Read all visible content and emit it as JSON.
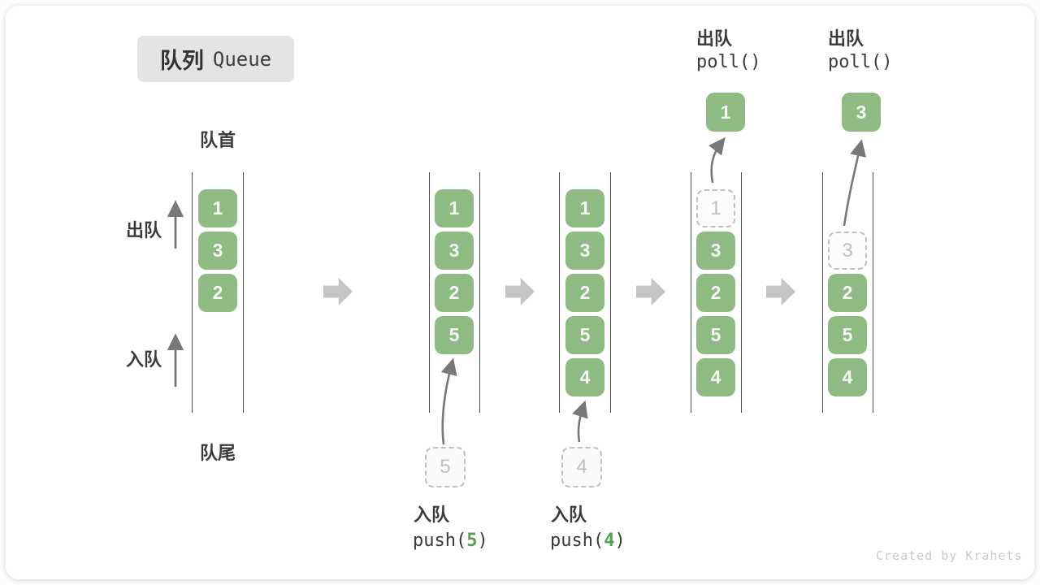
{
  "title": {
    "zh": "队列",
    "en": "Queue"
  },
  "labels": {
    "front": "队首",
    "rear": "队尾",
    "dequeue": "出队",
    "enqueue": "入队"
  },
  "watermark": "Created by Krahets",
  "colors": {
    "box_green": "#8dbb81",
    "box_text": "#f6f9f4",
    "dashed_border": "#c0c0c0",
    "dashed_text": "#bfbfbf",
    "column_line": "#4f4f4f",
    "block_arrow": "#c5c5c5",
    "thin_arrow": "#787878",
    "label_text": "#3b3b3b",
    "accent_green": "#55a152",
    "badge_bg": "#e4e4e4"
  },
  "columns": [
    {
      "slots": [
        {
          "value": "1"
        },
        {
          "value": "3"
        },
        {
          "value": "2"
        }
      ]
    },
    {
      "slots": [
        {
          "value": "1"
        },
        {
          "value": "3"
        },
        {
          "value": "2"
        },
        {
          "value": "5"
        }
      ],
      "pending": {
        "value": "5"
      },
      "op": {
        "action": "入队",
        "fn": "push(",
        "arg": "5",
        "close": ")"
      }
    },
    {
      "slots": [
        {
          "value": "1"
        },
        {
          "value": "3"
        },
        {
          "value": "2"
        },
        {
          "value": "5"
        },
        {
          "value": "4"
        }
      ],
      "pending": {
        "value": "4"
      },
      "op": {
        "action": "入队",
        "fn": "push(",
        "arg": "4",
        "close": ")"
      }
    },
    {
      "slots": [
        {
          "value": "1",
          "removed": true
        },
        {
          "value": "3"
        },
        {
          "value": "2"
        },
        {
          "value": "5"
        },
        {
          "value": "4"
        }
      ],
      "popped": {
        "value": "1"
      },
      "op": {
        "action": "出队",
        "fn": "poll()"
      }
    },
    {
      "slots": [
        {
          "value": "3",
          "removed": true
        },
        {
          "value": "2"
        },
        {
          "value": "5"
        },
        {
          "value": "4"
        }
      ],
      "popped": {
        "value": "3"
      },
      "op": {
        "action": "出队",
        "fn": "poll()"
      }
    }
  ]
}
